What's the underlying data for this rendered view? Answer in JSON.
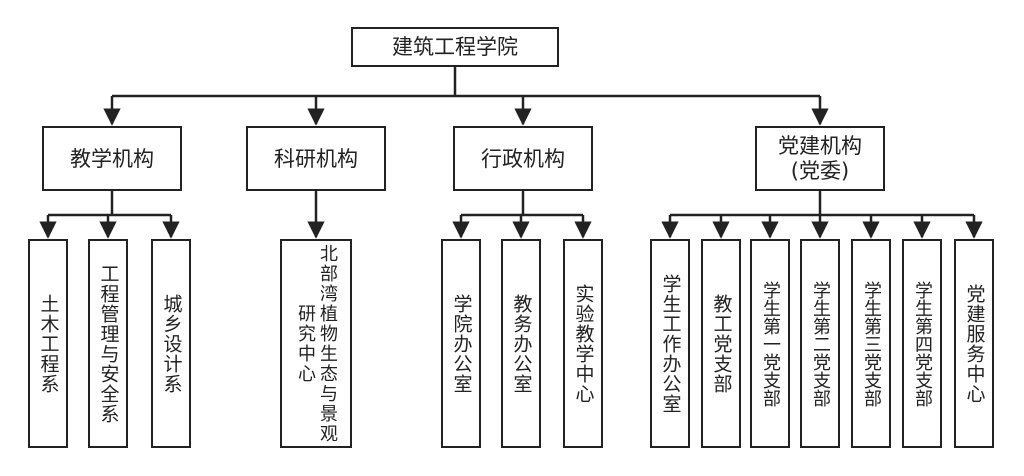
{
  "root": {
    "label": "建筑工程学院"
  },
  "categories": [
    {
      "label": "教学机构",
      "children": [
        "土木工程系",
        "工程管理与安全系",
        "城乡设计系"
      ]
    },
    {
      "label": "科研机构",
      "children": [
        "北部湾植物生态与景观研究中心"
      ]
    },
    {
      "label": "行政机构",
      "children": [
        "学院办公室",
        "教务办公室",
        "实验教学中心"
      ]
    },
    {
      "label": "党建机构\n(党委)",
      "children": [
        "学生工作办公室",
        "教工党支部",
        "学生第一党支部",
        "学生第二党支部",
        "学生第三党支部",
        "学生第四党支部",
        "党建服务中心"
      ]
    }
  ],
  "colors": {
    "line": "#222222",
    "box_border": "#222222",
    "background": "#ffffff"
  }
}
